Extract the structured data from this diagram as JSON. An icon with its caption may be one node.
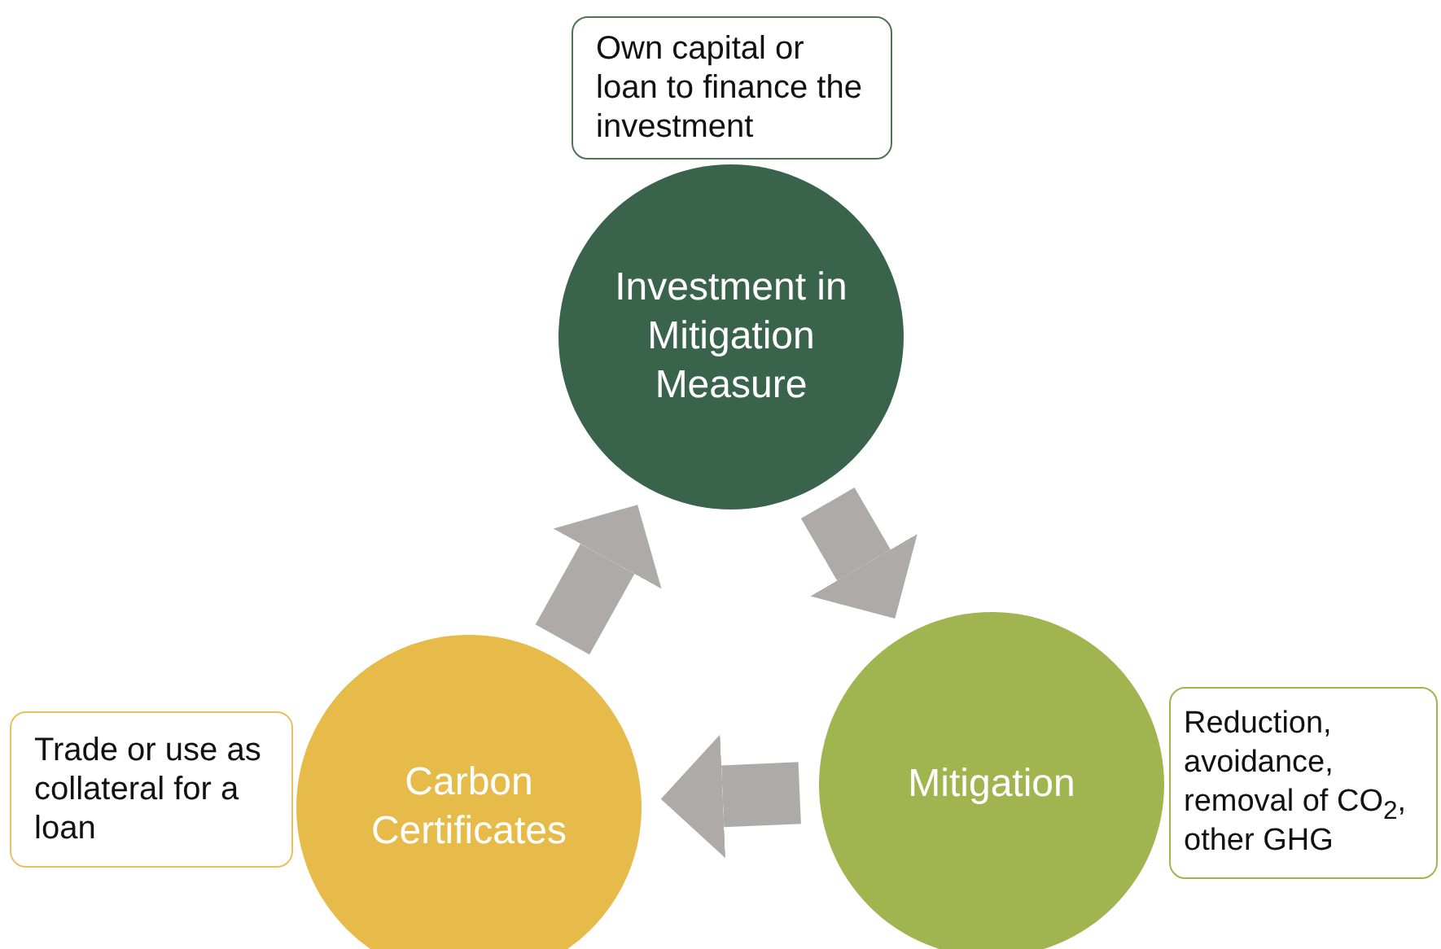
{
  "diagram": {
    "nodes": [
      {
        "text": [
          "Own capital or loan to finance the investment"
        ]
      },
      {
        "text": [
          "Investment in Mitigation Measure"
        ]
      },
      {
        "text": [
          "Mitigation"
        ]
      },
      {
        "text": [
          "Reduction, avoidance, removal of CO$_{2}$, other GHG"
        ]
      },
      {
        "text": [
          "Carbon Certificates"
        ]
      },
      {
        "text": [
          "Trade or use as collateral for a loan"
        ]
      }
    ],
    "edges": [
      {
        "from": 1,
        "to": 2,
        "arrow": "to"
      },
      {
        "from": 2,
        "to": 4,
        "arrow": "to"
      },
      {
        "from": 4,
        "to": 1,
        "arrow": "to"
      }
    ]
  }
}
